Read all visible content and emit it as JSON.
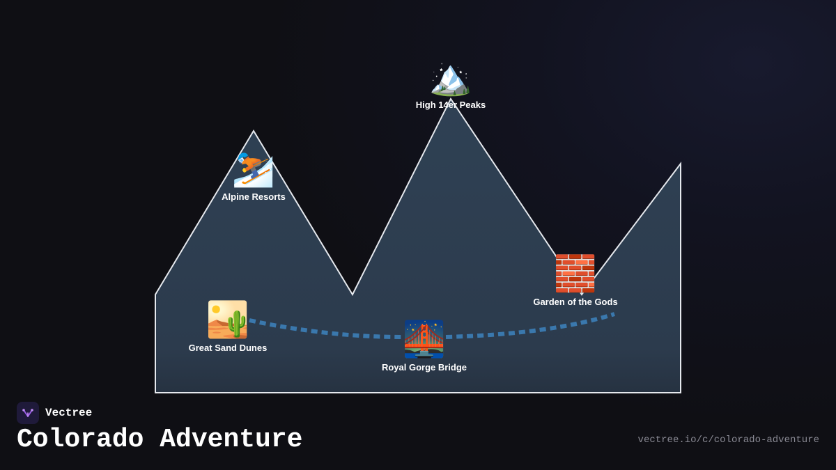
{
  "brand": {
    "name": "Vectree"
  },
  "title": "Colorado Adventure",
  "url": "vectree.io/c/colorado-adventure",
  "colors": {
    "mountain_fill": "#2d3e51",
    "mountain_stroke": "#e6e9ee",
    "trail": "#3a78ad",
    "logo_bg": "#1f1a3a",
    "logo_accent": "#9b5de5"
  },
  "landmarks": [
    {
      "label": "High 14er Peaks",
      "icon": "🏔️",
      "icon_name": "snow-capped-mountain-icon"
    },
    {
      "label": "Alpine Resorts",
      "icon": "⛷️",
      "icon_name": "skier-icon"
    },
    {
      "label": "Garden of the Gods",
      "icon": "🧱",
      "icon_name": "brick-icon"
    },
    {
      "label": "Great Sand Dunes",
      "icon": "🏜️",
      "icon_name": "desert-icon"
    },
    {
      "label": "Royal Gorge Bridge",
      "icon": "🌉",
      "icon_name": "bridge-at-night-icon"
    }
  ]
}
